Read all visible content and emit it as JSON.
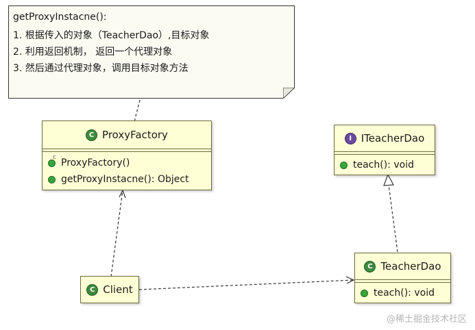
{
  "note": {
    "lines": [
      "getProxyInstacne():",
      "1. 根据传入的对象（TeacherDao）,目标对象",
      "2. 利用返回机制， 返回一个代理对象",
      "3. 然后通过代理对象，调用目标对象方法"
    ]
  },
  "classes": {
    "proxy_factory": {
      "name": "ProxyFactory",
      "members": [
        "ProxyFactory()",
        "getProxyInstacne(): Object"
      ]
    },
    "iteacher_dao": {
      "name": "ITeacherDao",
      "badge": "I",
      "members": [
        "teach(): void"
      ]
    },
    "teacher_dao": {
      "name": "TeacherDao",
      "members": [
        "teach(): void"
      ]
    },
    "client": {
      "name": "Client"
    }
  },
  "badge_letter": "C",
  "watermark": "@稀土掘金技术社区",
  "colors": {
    "class_fill": "#ffffd6",
    "class_border": "#6b6b3a",
    "note_fill": "#fbfbf2",
    "class_badge": "#3f8a3f",
    "interface_badge": "#6a4aa0",
    "member_dot": "#39a63c",
    "connector": "#333333"
  }
}
